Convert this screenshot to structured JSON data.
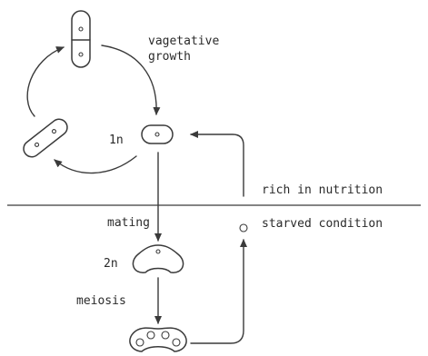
{
  "labels": {
    "vegetative_line1": "vagetative",
    "vegetative_line2": "growth",
    "haploid": "1n",
    "diploid": "2n",
    "mating": "mating",
    "meiosis": "meiosis",
    "rich": "rich in nutrition",
    "starved": "starved condition"
  }
}
